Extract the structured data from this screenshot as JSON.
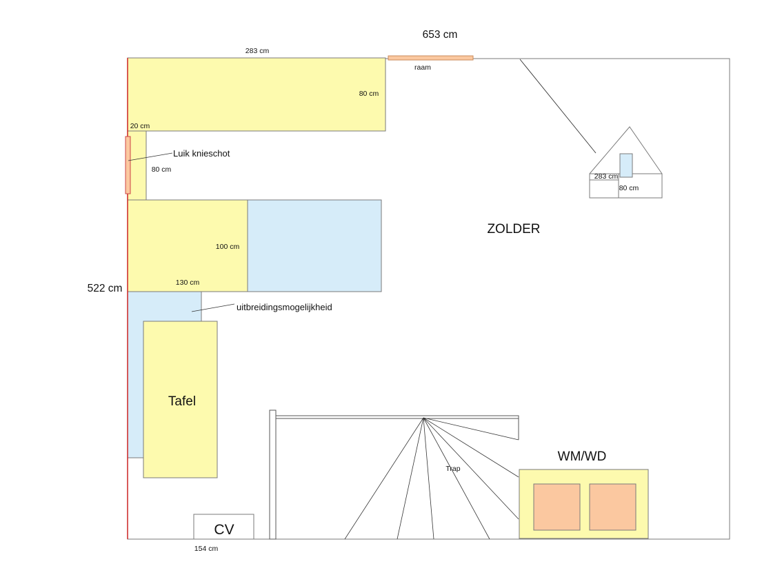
{
  "colors": {
    "furniture": "#fdfaae",
    "expansion": "#d6ecf9",
    "accent_orange": "#fbc8a0",
    "wall_red": "#cc2222",
    "outline": "#7a7a7a"
  },
  "dimensions": {
    "total_width": "653 cm",
    "total_depth": "522 cm",
    "top_desk_length": "283 cm",
    "top_desk_depth": "80 cm",
    "small_width": "20 cm",
    "small_height": "80 cm",
    "middle_depth": "100 cm",
    "middle_width": "130 cm",
    "cv_width": "154 cm"
  },
  "labels": {
    "window": "raam",
    "hatch": "Luik knieschot",
    "room": "ZOLDER",
    "expansion": "uitbreidingsmogelijkheid",
    "table": "Tafel",
    "stairs": "Trap",
    "laundry": "WM/WD",
    "heater": "CV"
  },
  "dormer": {
    "dim_a": "283 cm",
    "dim_b": "80 cm"
  }
}
